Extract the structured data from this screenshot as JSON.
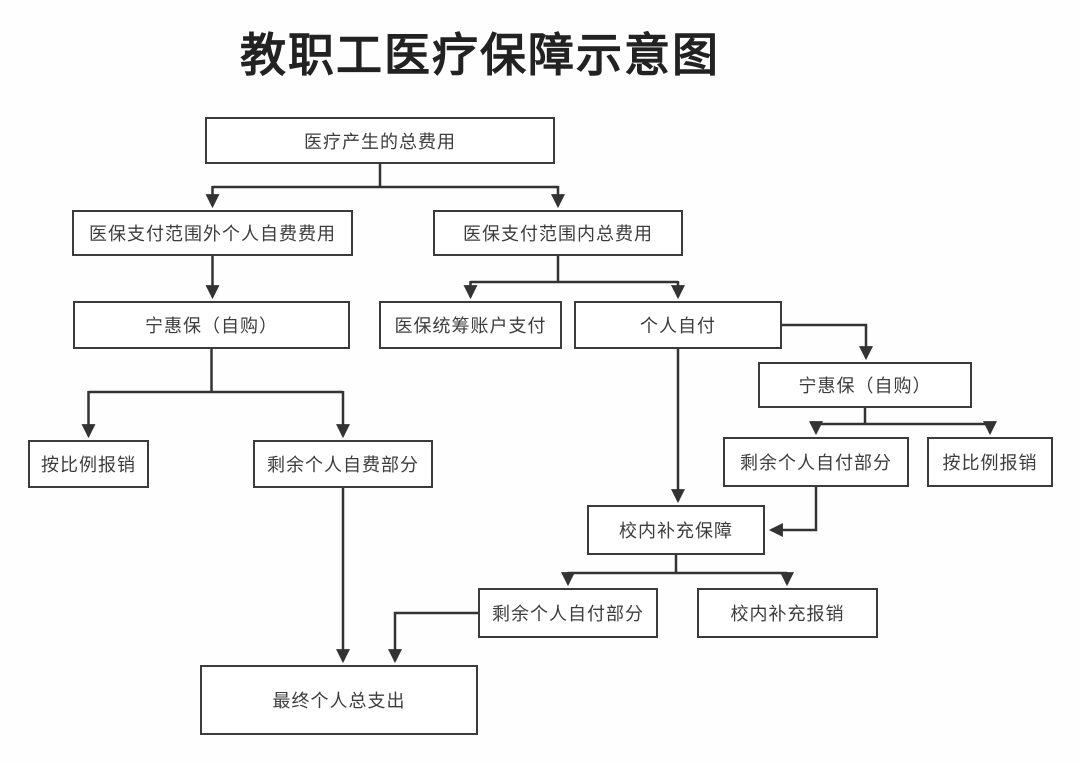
{
  "title": "教职工医疗保障示意图",
  "diagram": {
    "nodes": [
      {
        "id": "total-medical-cost",
        "label": "医疗产生的总费用"
      },
      {
        "id": "outside-coverage-self-funded-cost",
        "label": "医保支付范围外个人自费费用"
      },
      {
        "id": "inside-coverage-total-cost",
        "label": "医保支付范围内总费用"
      },
      {
        "id": "ninghuibao-self-purchase-left",
        "label": "宁惠保（自购）"
      },
      {
        "id": "medicare-pooled-account-pay",
        "label": "医保统筹账户支付"
      },
      {
        "id": "personal-self-pay",
        "label": "个人自付"
      },
      {
        "id": "ninghuibao-self-purchase-right",
        "label": "宁惠保（自购）"
      },
      {
        "id": "proportional-reimbursement-left",
        "label": "按比例报销"
      },
      {
        "id": "remaining-personal-self-funded",
        "label": "剩余个人自费部分"
      },
      {
        "id": "remaining-personal-self-pay-right",
        "label": "剩余个人自付部分"
      },
      {
        "id": "proportional-reimbursement-right",
        "label": "按比例报销"
      },
      {
        "id": "campus-supplementary-security",
        "label": "校内补充保障"
      },
      {
        "id": "remaining-personal-self-pay-mid",
        "label": "剩余个人自付部分"
      },
      {
        "id": "campus-supplementary-reimbursement",
        "label": "校内补充报销"
      },
      {
        "id": "final-personal-total-expense",
        "label": "最终个人总支出"
      }
    ],
    "edges": [
      {
        "from": "total-medical-cost",
        "to": "outside-coverage-self-funded-cost"
      },
      {
        "from": "total-medical-cost",
        "to": "inside-coverage-total-cost"
      },
      {
        "from": "outside-coverage-self-funded-cost",
        "to": "ninghuibao-self-purchase-left"
      },
      {
        "from": "inside-coverage-total-cost",
        "to": "medicare-pooled-account-pay"
      },
      {
        "from": "inside-coverage-total-cost",
        "to": "personal-self-pay"
      },
      {
        "from": "ninghuibao-self-purchase-left",
        "to": "proportional-reimbursement-left"
      },
      {
        "from": "ninghuibao-self-purchase-left",
        "to": "remaining-personal-self-funded"
      },
      {
        "from": "personal-self-pay",
        "to": "ninghuibao-self-purchase-right"
      },
      {
        "from": "personal-self-pay",
        "to": "campus-supplementary-security"
      },
      {
        "from": "ninghuibao-self-purchase-right",
        "to": "remaining-personal-self-pay-right"
      },
      {
        "from": "ninghuibao-self-purchase-right",
        "to": "proportional-reimbursement-right"
      },
      {
        "from": "remaining-personal-self-pay-right",
        "to": "campus-supplementary-security"
      },
      {
        "from": "campus-supplementary-security",
        "to": "remaining-personal-self-pay-mid"
      },
      {
        "from": "campus-supplementary-security",
        "to": "campus-supplementary-reimbursement"
      },
      {
        "from": "remaining-personal-self-funded",
        "to": "final-personal-total-expense"
      },
      {
        "from": "remaining-personal-self-pay-mid",
        "to": "final-personal-total-expense"
      }
    ],
    "colors": {
      "line": "#333333",
      "box_border": "#3b3b3b",
      "box_text": "#3d3d3d",
      "title_text": "#222222",
      "background": "#fefefe"
    }
  }
}
